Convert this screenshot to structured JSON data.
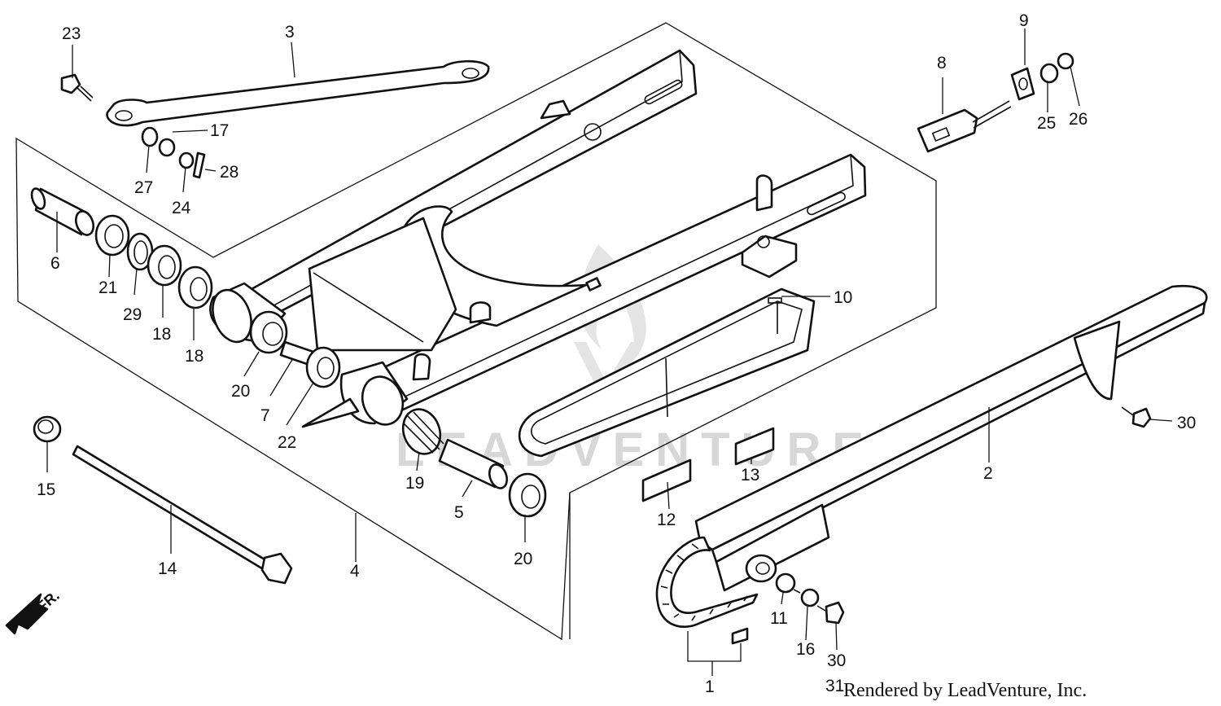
{
  "callouts": {
    "n1": "1",
    "n2": "2",
    "n3": "3",
    "n4": "4",
    "n5": "5",
    "n6": "6",
    "n7": "7",
    "n8": "8",
    "n9": "9",
    "n10": "10",
    "n11": "11",
    "n12": "12",
    "n13": "13",
    "n14": "14",
    "n15": "15",
    "n16": "16",
    "n17": "17",
    "n18a": "18",
    "n18b": "18",
    "n19": "19",
    "n20a": "20",
    "n20b": "20",
    "n21": "21",
    "n22": "22",
    "n23": "23",
    "n24": "24",
    "n25": "25",
    "n26": "26",
    "n27": "27",
    "n28": "28",
    "n29": "29",
    "n30a": "30",
    "n30b": "30",
    "n31": "31"
  },
  "direction_label": "FR.",
  "watermark": "LEADVENTURE",
  "credit": "Rendered by LeadVenture, Inc."
}
